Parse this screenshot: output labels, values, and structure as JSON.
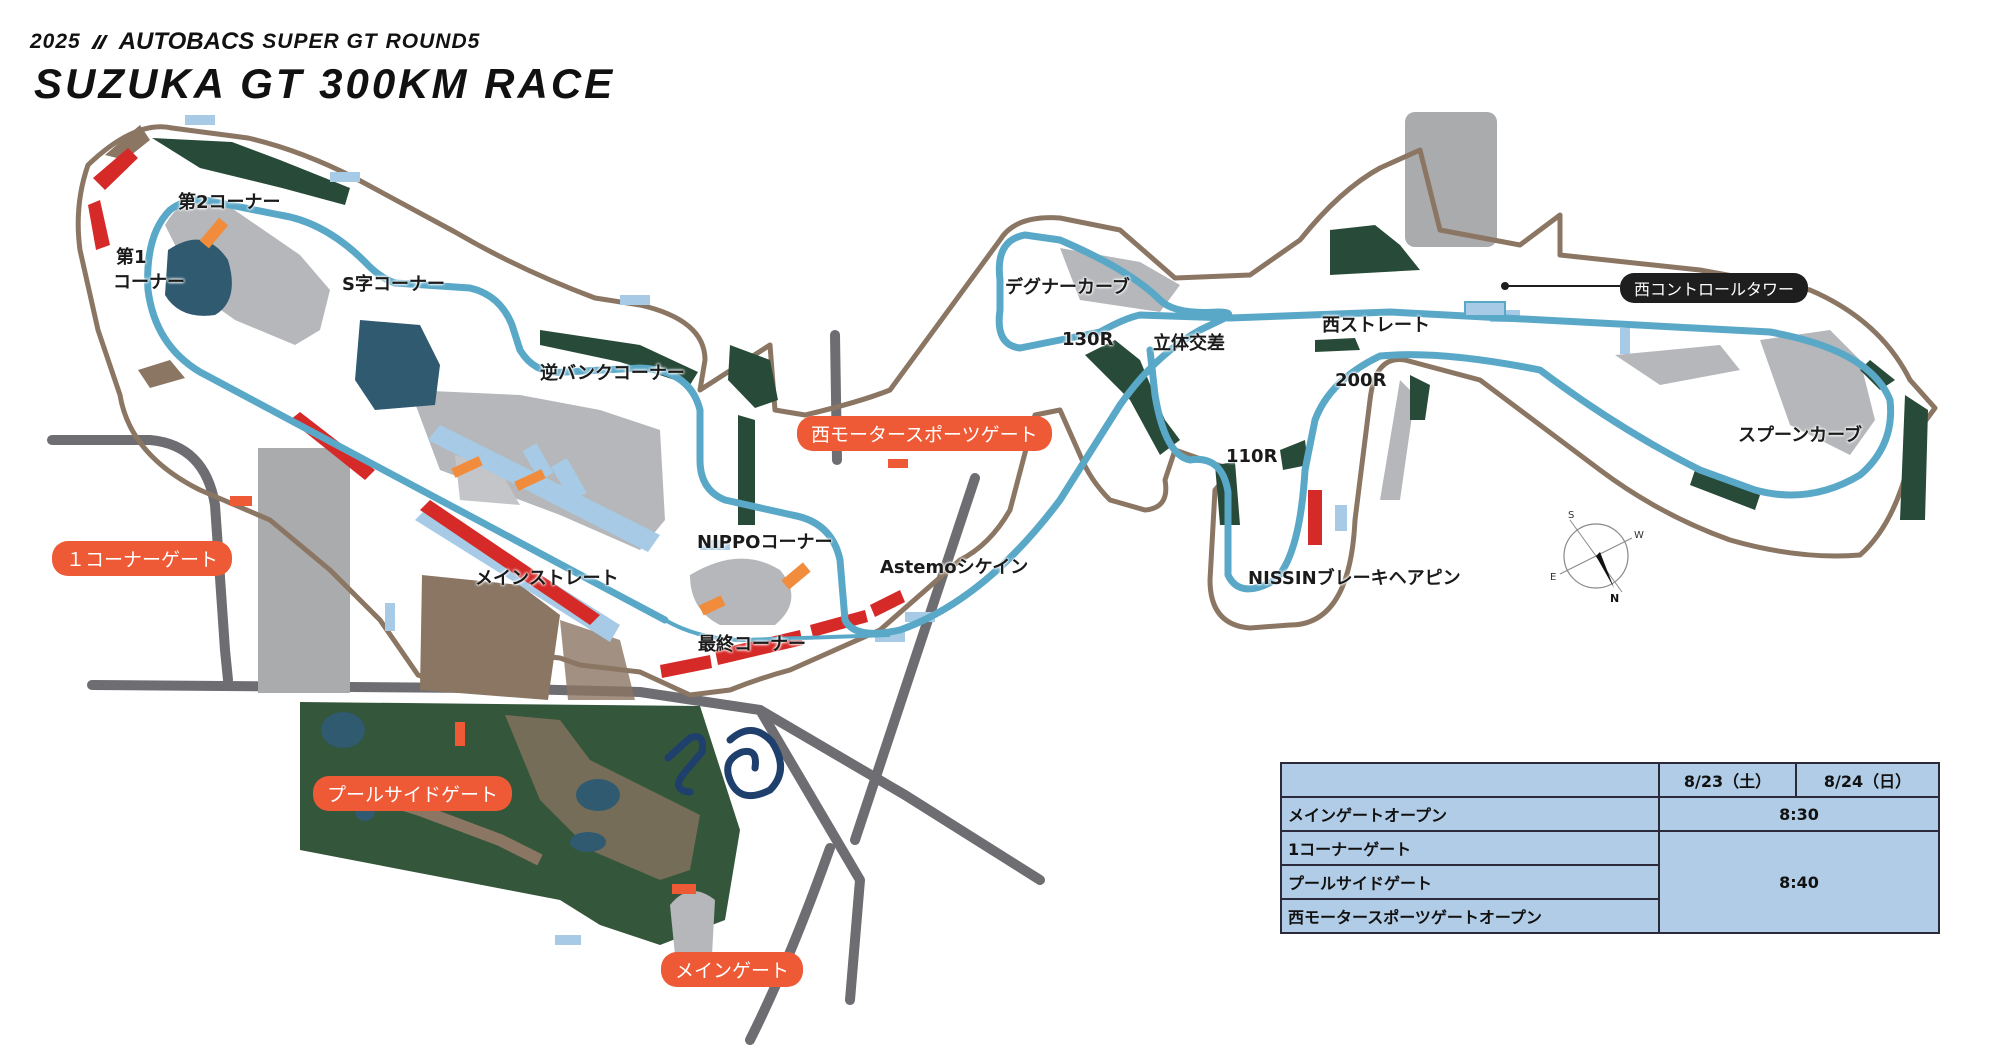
{
  "header": {
    "year": "2025",
    "brand": "AUTOBACS",
    "series": "SUPER GT",
    "round": "ROUND5",
    "event": "SUZUKA GT 300KM RACE"
  },
  "corners": [
    {
      "id": "second-corner",
      "text": "第2コーナー"
    },
    {
      "id": "first-corner-1",
      "text": "第1"
    },
    {
      "id": "first-corner-2",
      "text": "コーナー"
    },
    {
      "id": "s-curve",
      "text": "S字コーナー"
    },
    {
      "id": "reverse-bank",
      "text": "逆バンクコーナー"
    },
    {
      "id": "degner",
      "text": "デグナーカーブ"
    },
    {
      "id": "130r",
      "text": "130R"
    },
    {
      "id": "crossover",
      "text": "立体交差"
    },
    {
      "id": "west-straight",
      "text": "西ストレート"
    },
    {
      "id": "200r",
      "text": "200R"
    },
    {
      "id": "110r",
      "text": "110R"
    },
    {
      "id": "spoon",
      "text": "スプーンカーブ"
    },
    {
      "id": "nippo",
      "text": "NIPPOコーナー"
    },
    {
      "id": "astemo",
      "text": "Astemoシケイン"
    },
    {
      "id": "main-straight",
      "text": "メインストレート"
    },
    {
      "id": "final-corner",
      "text": "最終コーナー"
    },
    {
      "id": "nissin",
      "text": "NISSINブレーキヘアピン"
    }
  ],
  "gates": {
    "west_motorsport": "西モータースポーツゲート",
    "first_corner": "１コーナーゲート",
    "poolside": "プールサイドゲート",
    "main": "メインゲート"
  },
  "tower_label": "西コントロールタワー",
  "compass": {
    "s": "S",
    "w": "W",
    "e": "E",
    "n": "N"
  },
  "schedule": {
    "day1": "8/23（土）",
    "day2": "8/24（日）",
    "rows": [
      {
        "label": "メインゲートオープン",
        "time": "8:30"
      },
      {
        "label": "1コーナーゲート",
        "time": "8:40"
      },
      {
        "label": "プールサイドゲート"
      },
      {
        "label": "西モータースポーツゲートオープン"
      }
    ]
  },
  "colors": {
    "track": "#5aa8c8",
    "border": "#8b7663",
    "road": "#6d6d72",
    "forest": "#284a38",
    "grandstand": "#d62a28",
    "gate": "#ee5a36",
    "table_bg": "#b1cce6"
  }
}
